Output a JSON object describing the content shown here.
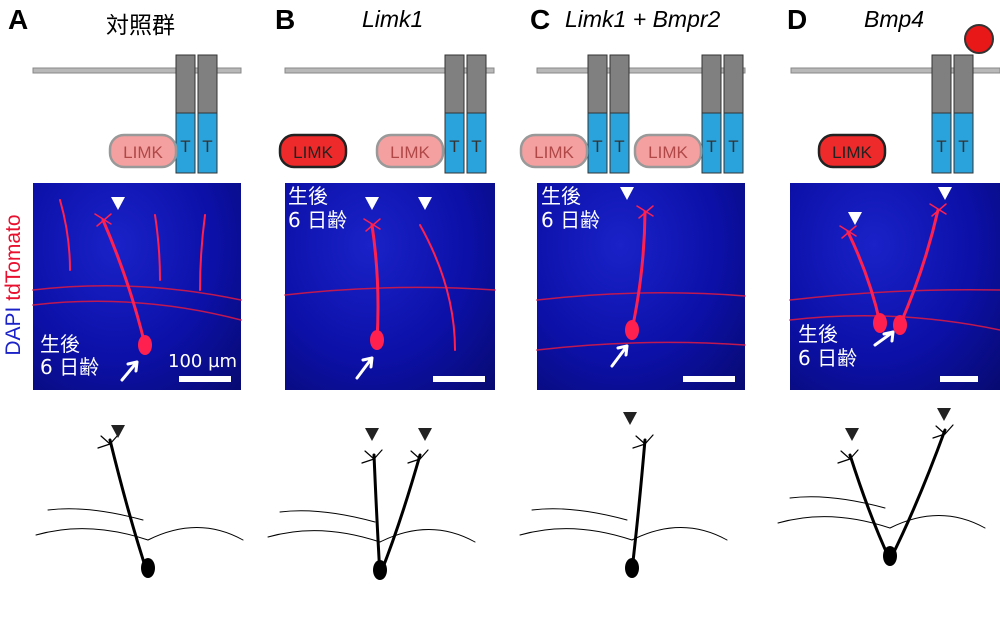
{
  "panels": [
    {
      "letter": "A",
      "title": "対照群",
      "age": "生後",
      "day": "6 日齢",
      "scale": "100 µm"
    },
    {
      "letter": "B",
      "title": "Limk1",
      "age": "生後",
      "day": "6 日齢"
    },
    {
      "letter": "C",
      "title": "Limk1 + Bmpr2",
      "age": "生後",
      "day": "6 日齢"
    },
    {
      "letter": "D",
      "title": "Bmp4",
      "age": "生後",
      "day": "6 日齢"
    }
  ],
  "receptor_label": "T",
  "limk_label": "LIMK",
  "stain": {
    "dapi": "DAPI",
    "tdtomato": "tdTomato"
  },
  "colors": {
    "limk_inactive": "#f4a0a0",
    "limk_active": "#ee2a2a",
    "receptor_top": "#808080",
    "receptor_bottom": "#2aa3dc",
    "dapi": "#1a22c8",
    "tdtomato": "#ff1a40"
  }
}
